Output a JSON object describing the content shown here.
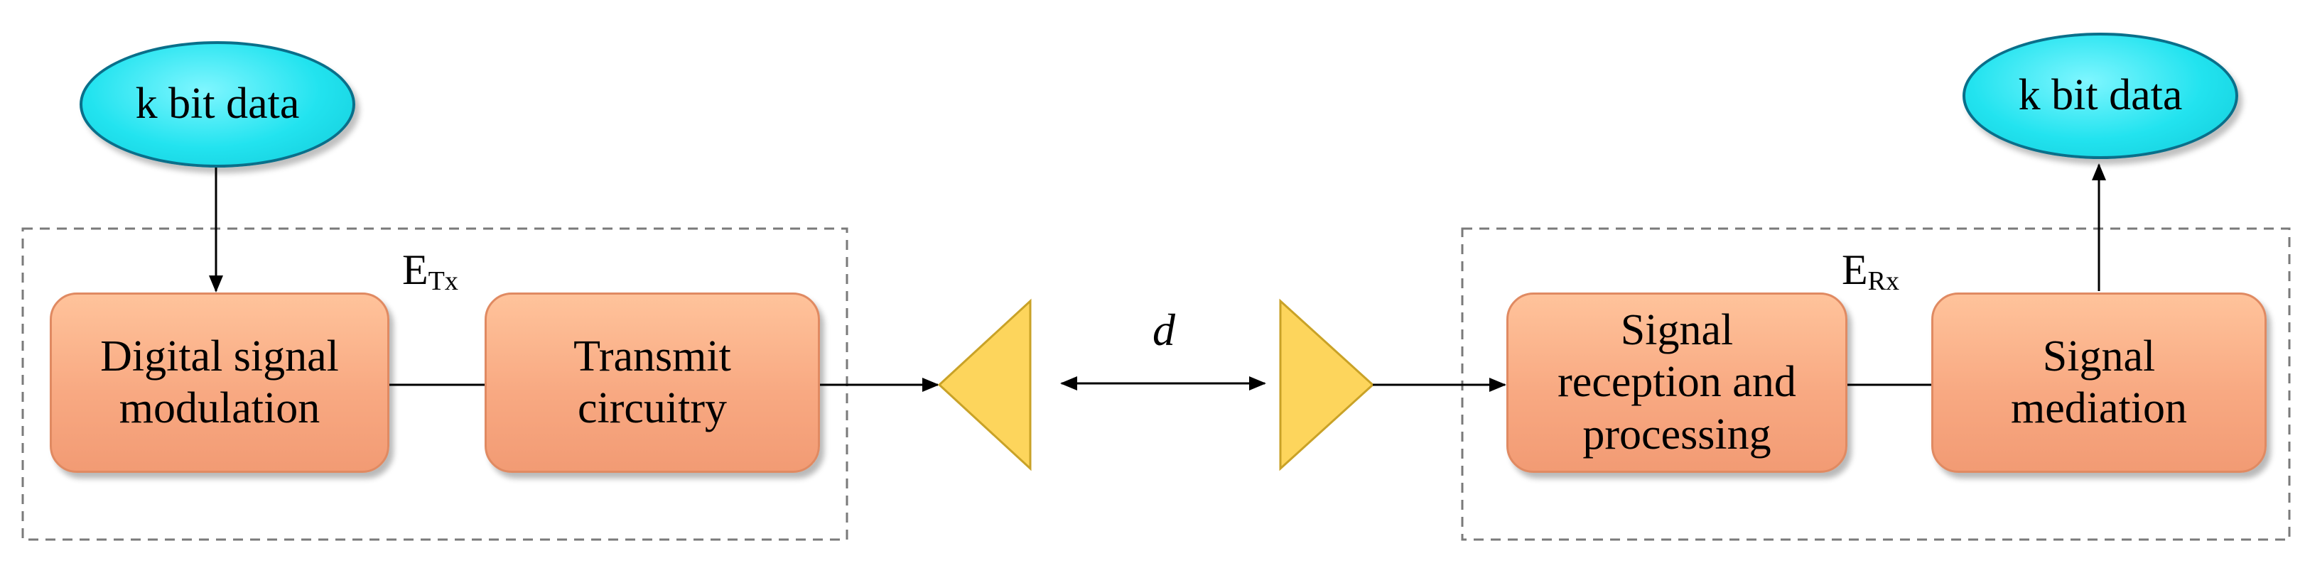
{
  "transmitter": {
    "input": "k bit data",
    "energy_label": "E",
    "energy_sub": "Tx",
    "block_modulation": "Digital signal\nmodulation",
    "block_transmit": "Transmit\ncircuitry"
  },
  "channel": {
    "distance_label": "d"
  },
  "receiver": {
    "output": "k bit data",
    "energy_label": "E",
    "energy_sub": "Rx",
    "block_reception": "Signal\nreception and\nprocessing",
    "block_mediation": "Signal\nmediation"
  },
  "colors": {
    "ellipse_fill": "#22e3ef",
    "block_fill": "#f8a982",
    "antenna_fill": "#fdd55c",
    "dashed_border": "#7a7a7a"
  }
}
